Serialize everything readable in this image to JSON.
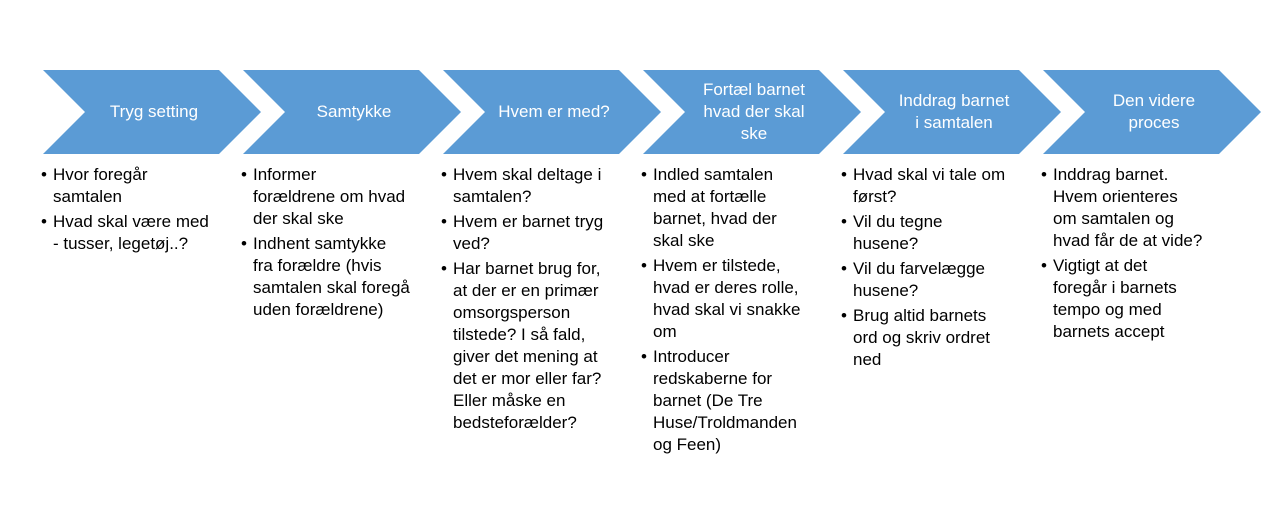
{
  "colors": {
    "chevron_fill": "#5B9BD5",
    "chevron_text": "#FFFFFF",
    "body_text": "#000000"
  },
  "steps": [
    {
      "title": "Tryg setting",
      "bullets": [
        "Hvor foregår\nsamtalen",
        "Hvad skal være med\n- tusser, legetøj..?"
      ]
    },
    {
      "title": "Samtykke",
      "bullets": [
        "Informer\nforældrene om hvad\nder skal ske",
        "Indhent samtykke\nfra forældre (hvis\nsamtalen skal foregå\nuden forældrene)"
      ]
    },
    {
      "title": "Hvem er med?",
      "bullets": [
        "Hvem skal deltage i\nsamtalen?",
        "Hvem er barnet tryg\nved?",
        "Har barnet brug for,\nat der er en primær\nomsorgsperson\ntilstede? I så fald,\ngiver det mening at\ndet er mor eller far?\nEller måske en\nbedsteforælder?"
      ]
    },
    {
      "title": "Fortæl barnet\nhvad der skal\nske",
      "bullets": [
        "Indled samtalen\nmed at fortælle\nbarnet, hvad der\nskal ske",
        "Hvem er tilstede,\nhvad er deres rolle,\nhvad skal vi snakke\nom",
        "Introducer\nredskaberne for\nbarnet (De Tre\nHuse/Troldmanden\nog Feen)"
      ]
    },
    {
      "title": "Inddrag barnet\ni samtalen",
      "bullets": [
        "Hvad skal vi tale om\nførst?",
        "Vil du tegne\nhusene?",
        "Vil du farvelægge\nhusene?",
        "Brug altid barnets\nord og skriv ordret\nned"
      ]
    },
    {
      "title": "Den videre\nproces",
      "bullets": [
        "Inddrag barnet.\nHvem orienteres\nom samtalen og\nhvad får de at vide?",
        "Vigtigt at det\nforegår i barnets\ntempo og med\nbarnets accept"
      ]
    }
  ]
}
